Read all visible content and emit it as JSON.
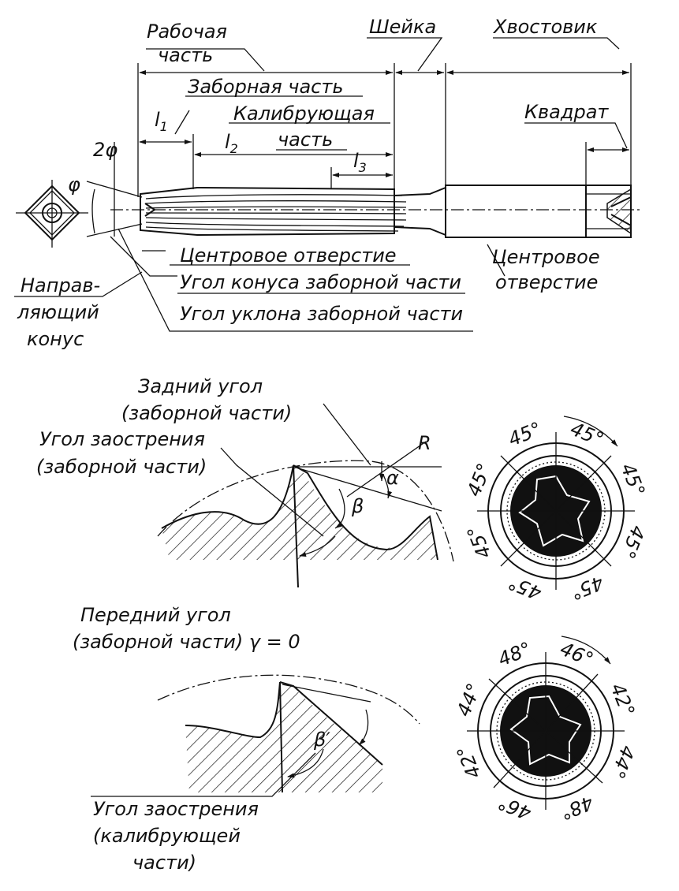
{
  "tool": {
    "labels": {
      "working_part_1": "Рабочая",
      "working_part_2": "часть",
      "neck": "Шейка",
      "shank": "Хвостовик",
      "square": "Квадрат",
      "intake_part": "Заборная часть",
      "calibrating_1": "Калибрующая",
      "calibrating_2": "часть",
      "l1": "l",
      "l1_sub": "1",
      "l2": "l",
      "l2_sub": "2",
      "l3": "l",
      "l3_sub": "3",
      "two_phi": "2φ",
      "phi": "φ",
      "center_hole_front": "Центровое отверстие",
      "center_hole_back_1": "Центровое",
      "center_hole_back_2": "отверстие",
      "cone_angle": "Угол конуса заборной части",
      "taper_angle": "Угол уклона заборной части",
      "guide_cone_1": "Направ-",
      "guide_cone_2": "ляющий",
      "guide_cone_3": "конус"
    }
  },
  "intake_section": {
    "clearance_angle_1": "Задний угол",
    "clearance_angle_2": "(заборной части)",
    "wedge_angle_1": "Угол заострения",
    "wedge_angle_2": "(заборной части)",
    "alpha": "α",
    "beta": "β",
    "radius": "R"
  },
  "calibrating_section": {
    "rake_angle_1": "Передний угол",
    "rake_angle_2": "(заборной части) γ = 0",
    "wedge_angle_1": "Угол заострения",
    "wedge_angle_2": "(калибрующей",
    "wedge_angle_3": "части)",
    "beta_prime": "β′"
  },
  "even_pitch": {
    "angles": [
      "45°",
      "45°",
      "45°",
      "45°",
      "45°",
      "45°",
      "45°",
      "45°"
    ]
  },
  "uneven_pitch": {
    "angles": [
      "48°",
      "46°",
      "42°",
      "44°",
      "44°",
      "42°",
      "46°",
      "48°"
    ]
  }
}
